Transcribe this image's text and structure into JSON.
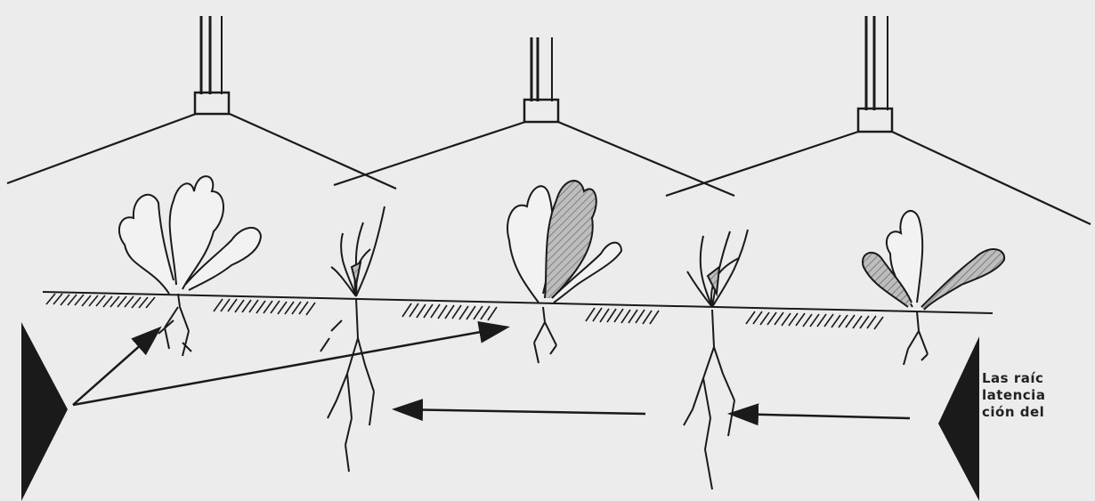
{
  "caption": {
    "lines": [
      "Las raíc",
      "latencia",
      "ción del"
    ]
  },
  "colors": {
    "background": "#ececec",
    "ink": "#1a1a1a",
    "hatch_fill": "#9a9a9a"
  },
  "icons": [
    "irrigation-pipe-icon",
    "sprinkler-head-icon",
    "beet-plant-icon",
    "grass-plant-icon",
    "arrow-icon",
    "triangle-marker-icon"
  ]
}
